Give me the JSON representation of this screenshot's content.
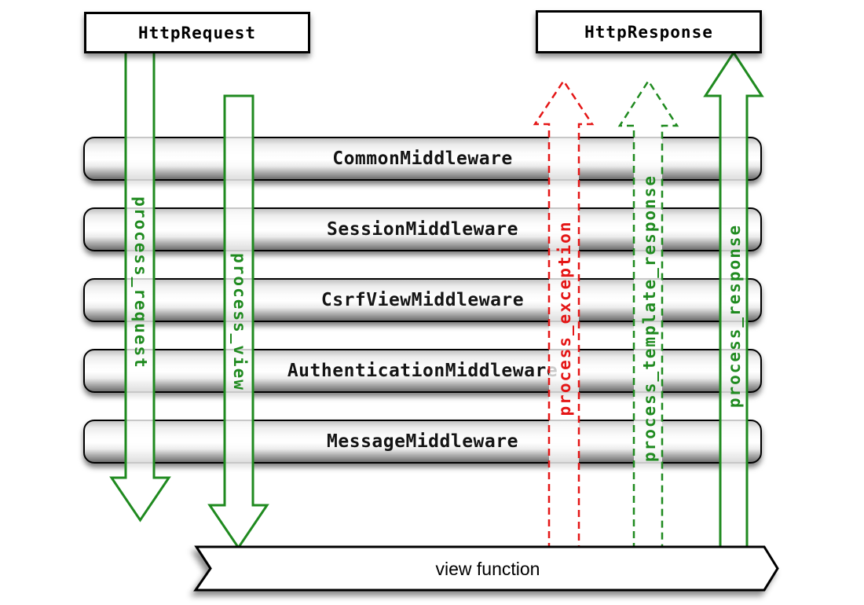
{
  "boxes": {
    "request_label": "HttpRequest",
    "response_label": "HttpResponse"
  },
  "middleware_layers": [
    "CommonMiddleware",
    "SessionMiddleware",
    "CsrfViewMiddleware",
    "AuthenticationMiddleware",
    "MessageMiddleware"
  ],
  "arrows": [
    {
      "label": "process_request",
      "direction": "down",
      "style": "solid",
      "color": "#1f8a1f"
    },
    {
      "label": "process_view",
      "direction": "down",
      "style": "solid",
      "color": "#1f8a1f"
    },
    {
      "label": "process_exception",
      "direction": "up",
      "style": "dashed",
      "color": "#e41616"
    },
    {
      "label": "process_template_response",
      "direction": "up",
      "style": "dashed",
      "color": "#1f8a1f"
    },
    {
      "label": "process_response",
      "direction": "up",
      "style": "solid",
      "color": "#1f8a1f"
    }
  ],
  "view_banner": {
    "label": "view function"
  },
  "colors": {
    "arrow_green": "#1f8a1f",
    "arrow_red": "#e41616",
    "bar_border": "#000000",
    "background": "#ffffff"
  }
}
